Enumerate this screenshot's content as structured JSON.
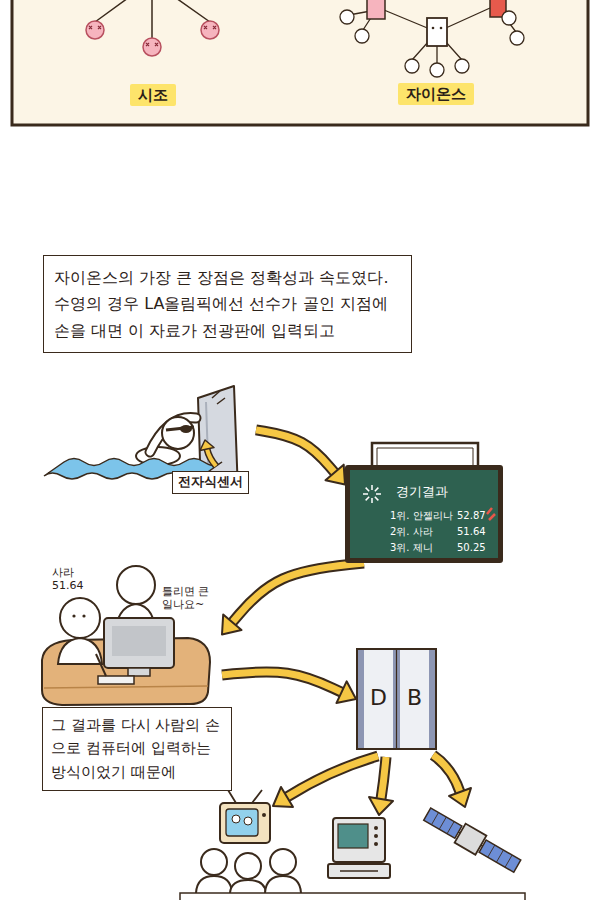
{
  "diagram": {
    "nodes": [
      {
        "text": [
          "시조"
        ]
      },
      {
        "text": [
          "자이온스"
        ]
      },
      {
        "text": [
          "자이온스의 가장 큰 장점은 정확성과 속도였다. 수영의 경우 LA올림픽에선 선수가 골인 지점에 손을 대면 이 자료가 전광판에 입력되고"
        ]
      },
      {
        "text": [
          "전자식센서"
        ]
      },
      {
        "text": [
          "경기결과",
          "1위. 안젤리나",
          "52.87",
          "2위. 사라",
          "51.64",
          "3위. 제니",
          "50.25"
        ]
      },
      {
        "text": [
          "사라 51.64",
          "틀리면 큰일나요~"
        ]
      },
      {
        "text": [
          "그 결과를 다시 사람의 손으로 컴퓨터에 입력하는 방식이었기 때문에"
        ]
      },
      {
        "text": [
          "D",
          "B"
        ]
      }
    ],
    "edges": [
      {
        "from": 3,
        "to": 4,
        "arrow": "to"
      },
      {
        "from": 4,
        "to": 5,
        "arrow": "to"
      },
      {
        "from": 5,
        "to": 7,
        "arrow": "to"
      }
    ]
  }
}
